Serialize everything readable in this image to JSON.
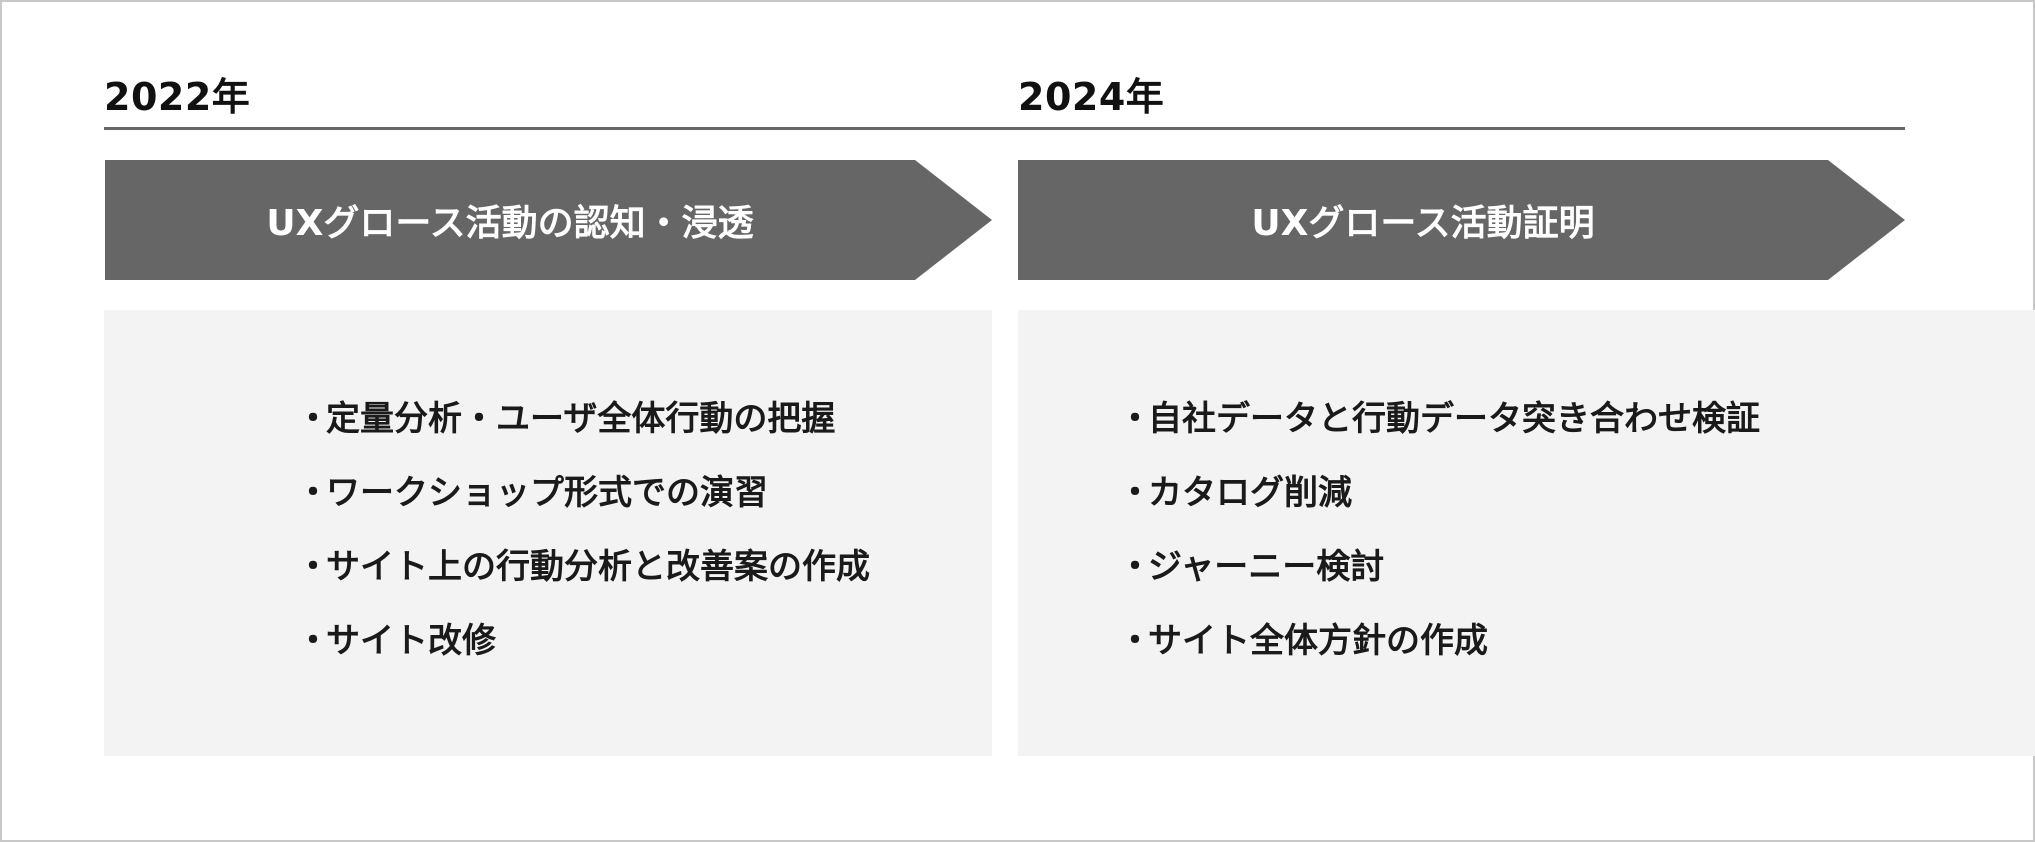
{
  "timeline": {
    "start_year": "2022年",
    "end_year": "2024年"
  },
  "phases": [
    {
      "title": "UXグロース活動の認知・浸透",
      "items": [
        "定量分析・ユーザ全体行動の把握",
        "ワークショップ形式での演習",
        "サイト上の行動分析と改善案の作成",
        "サイト改修"
      ]
    },
    {
      "title": "UXグロース活動証明",
      "items": [
        "自社データと行動データ突き合わせ検証",
        "カタログ削減",
        "ジャーニー検討",
        "サイト全体方針の作成"
      ]
    }
  ],
  "bullet": "・",
  "colors": {
    "arrow": "#666666",
    "box": "#f3f3f3",
    "line": "#666666"
  }
}
